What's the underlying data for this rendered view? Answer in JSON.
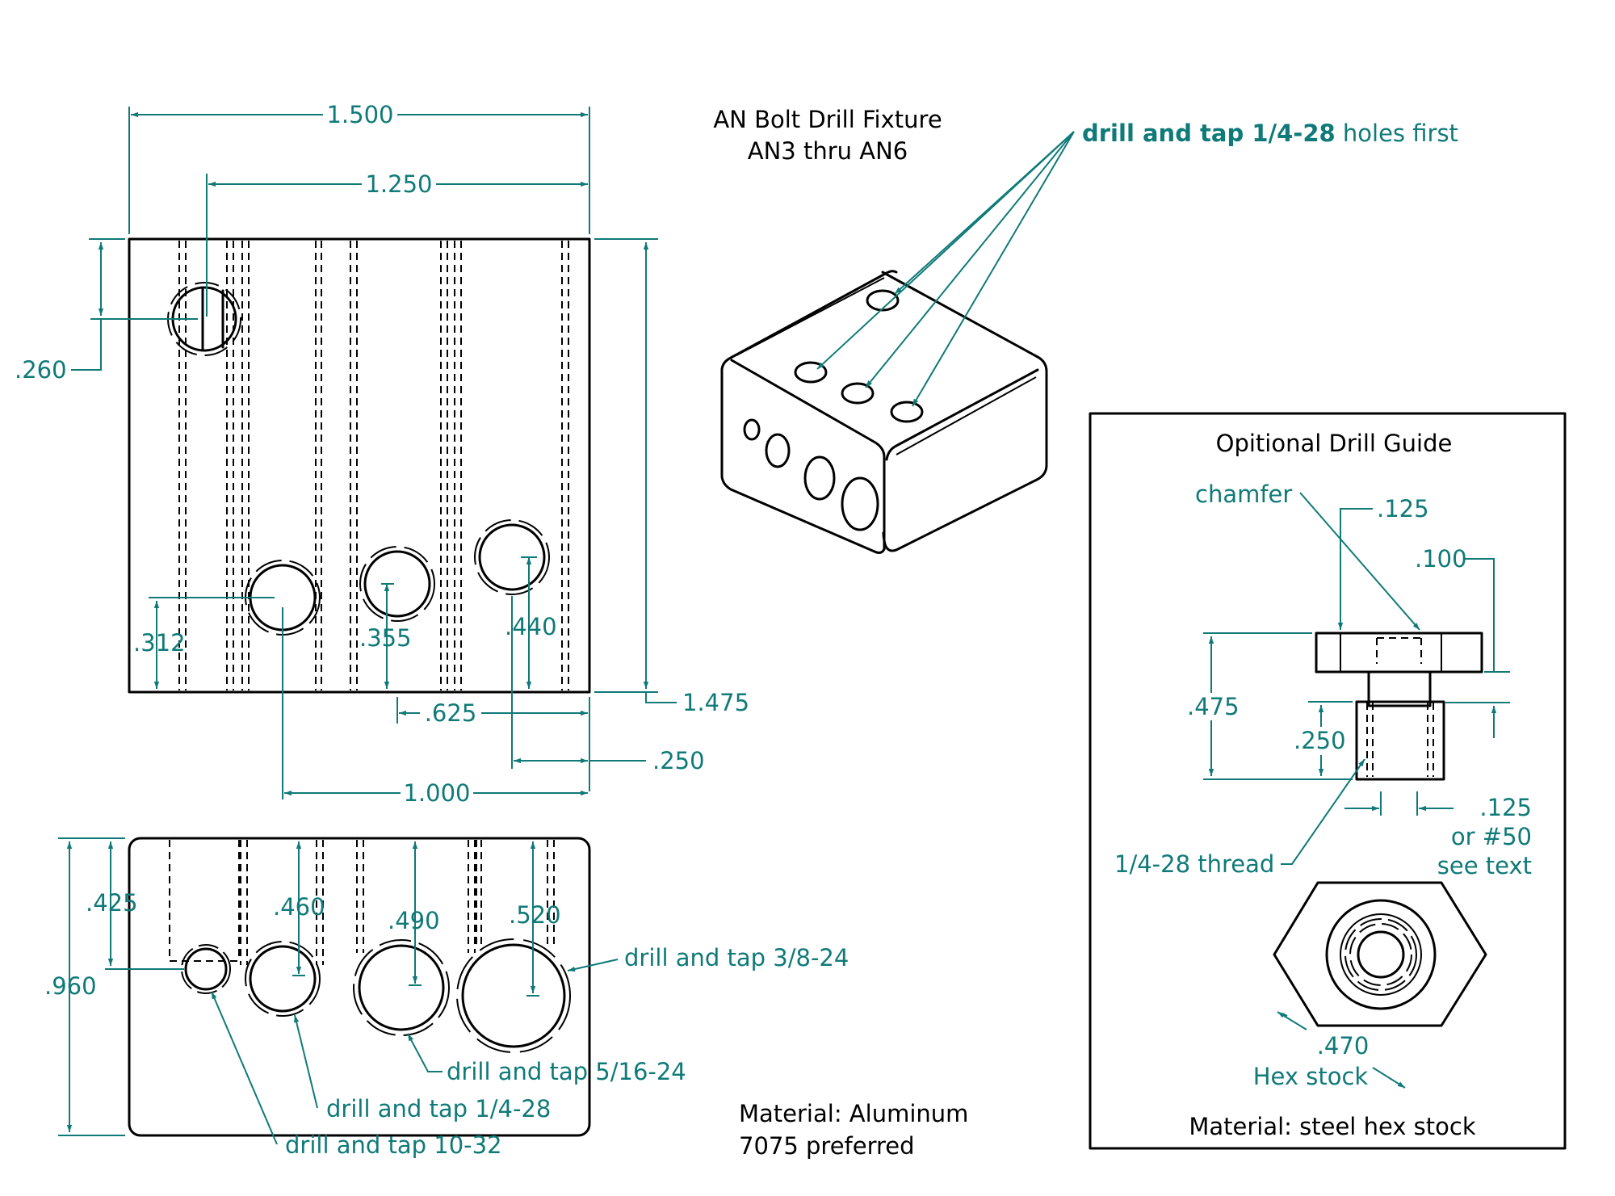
{
  "title": {
    "line1": "AN Bolt Drill Fixture",
    "line2": "AN3 thru AN6"
  },
  "note_first": {
    "bold": "drill and tap 1/4-28",
    "rest": " holes first"
  },
  "top_view": {
    "dim_1500": "1.500",
    "dim_1250": "1.250",
    "dim_260": ".260",
    "dim_312": ".312",
    "dim_355": ".355",
    "dim_440": ".440",
    "dim_1475": "1.475",
    "dim_625": ".625",
    "dim_250": ".250",
    "dim_1000": "1.000"
  },
  "front_view": {
    "dim_960": ".960",
    "dim_425": ".425",
    "dim_460": ".460",
    "dim_490": ".490",
    "dim_520": ".520",
    "note_38": "drill and tap 3/8-24",
    "note_516": "drill and tap 5/16-24",
    "note_14": "drill and tap 1/4-28",
    "note_1032": "drill and tap 10-32"
  },
  "material": {
    "line1": "Material: Aluminum",
    "line2": "7075 preferred"
  },
  "guide": {
    "title": "Opitional Drill Guide",
    "chamfer": "chamfer",
    "dim_125_top": ".125",
    "dim_100": ".100",
    "dim_475": ".475",
    "dim_250": ".250",
    "dim_125_side": ".125",
    "or_50": "or #50",
    "see_text": "see text",
    "thread": "1/4-28 thread",
    "dim_470": ".470",
    "hex_stock": "Hex stock",
    "material": "Material: steel hex stock"
  },
  "colors": {
    "ink": "#000000",
    "dimension": "#0f7a78",
    "paper": "#ffffff"
  }
}
